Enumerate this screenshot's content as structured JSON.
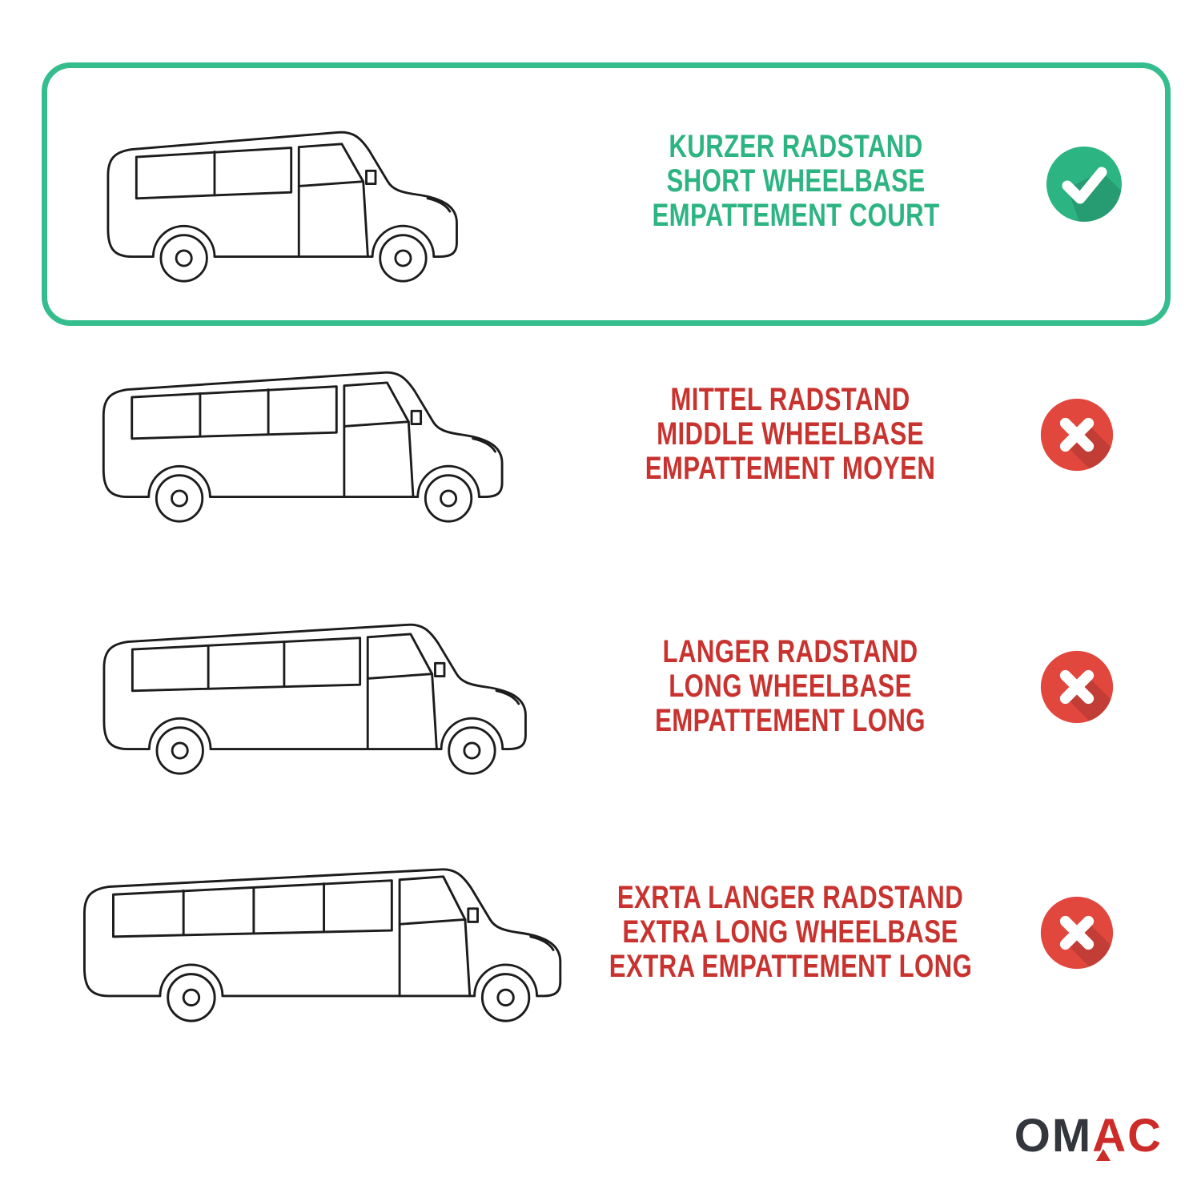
{
  "rows": [
    {
      "name": "short-wheelbase",
      "selected": true,
      "icon": "check",
      "lines": [
        "KURZER RADSTAND",
        "SHORT WHEELBASE",
        "EMPATTEMENT COURT"
      ]
    },
    {
      "name": "middle-wheelbase",
      "selected": false,
      "icon": "cross",
      "lines": [
        "MITTEL RADSTAND",
        "MIDDLE WHEELBASE",
        "EMPATTEMENT MOYEN"
      ]
    },
    {
      "name": "long-wheelbase",
      "selected": false,
      "icon": "cross",
      "lines": [
        "LANGER RADSTAND",
        "LONG WHEELBASE",
        "EMPATTEMENT LONG"
      ]
    },
    {
      "name": "extra-long-wheelbase",
      "selected": false,
      "icon": "cross",
      "lines": [
        "EXRTA LANGER RADSTAND",
        "EXTRA LONG WHEELBASE",
        "EXTRA EMPATTEMENT LONG"
      ]
    }
  ],
  "colors": {
    "selected_border_green": "#35bd8d",
    "text_green": "#2db483",
    "text_red": "#c9332f",
    "check_icon_green": "#2db483",
    "cross_icon_red": "#e2473e",
    "van_outline": "#1c1c1c"
  },
  "logo": {
    "dark": "OM",
    "red": "AC"
  }
}
